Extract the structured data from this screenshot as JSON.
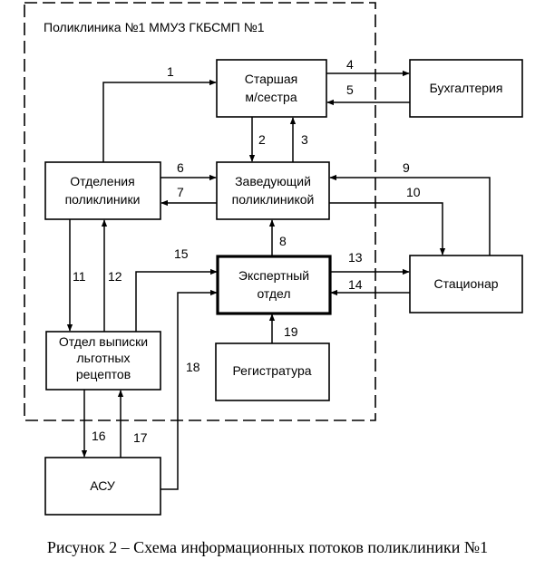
{
  "frame_title": "Поликлиника №1 ММУЗ ГКБСМП №1",
  "caption": "Рисунок 2 – Схема информационных потоков поликлиники №1",
  "boxes": {
    "senior_nurse": [
      "Старшая",
      "м/сестра"
    ],
    "accounting": [
      "Бухгалтерия"
    ],
    "departments": [
      "Отделения",
      "поликлиники"
    ],
    "head": [
      "Заведующий",
      "поликлиникой"
    ],
    "expert": [
      "Экспертный",
      "отдел"
    ],
    "hospital": [
      "Стационар"
    ],
    "prescriptions": [
      "Отдел выписки",
      "льготных",
      "рецептов"
    ],
    "registry": [
      "Регистратура"
    ],
    "asu": [
      "АСУ"
    ]
  },
  "flows": [
    "1",
    "2",
    "3",
    "4",
    "5",
    "6",
    "7",
    "8",
    "9",
    "10",
    "11",
    "12",
    "13",
    "14",
    "15",
    "16",
    "17",
    "18",
    "19"
  ]
}
